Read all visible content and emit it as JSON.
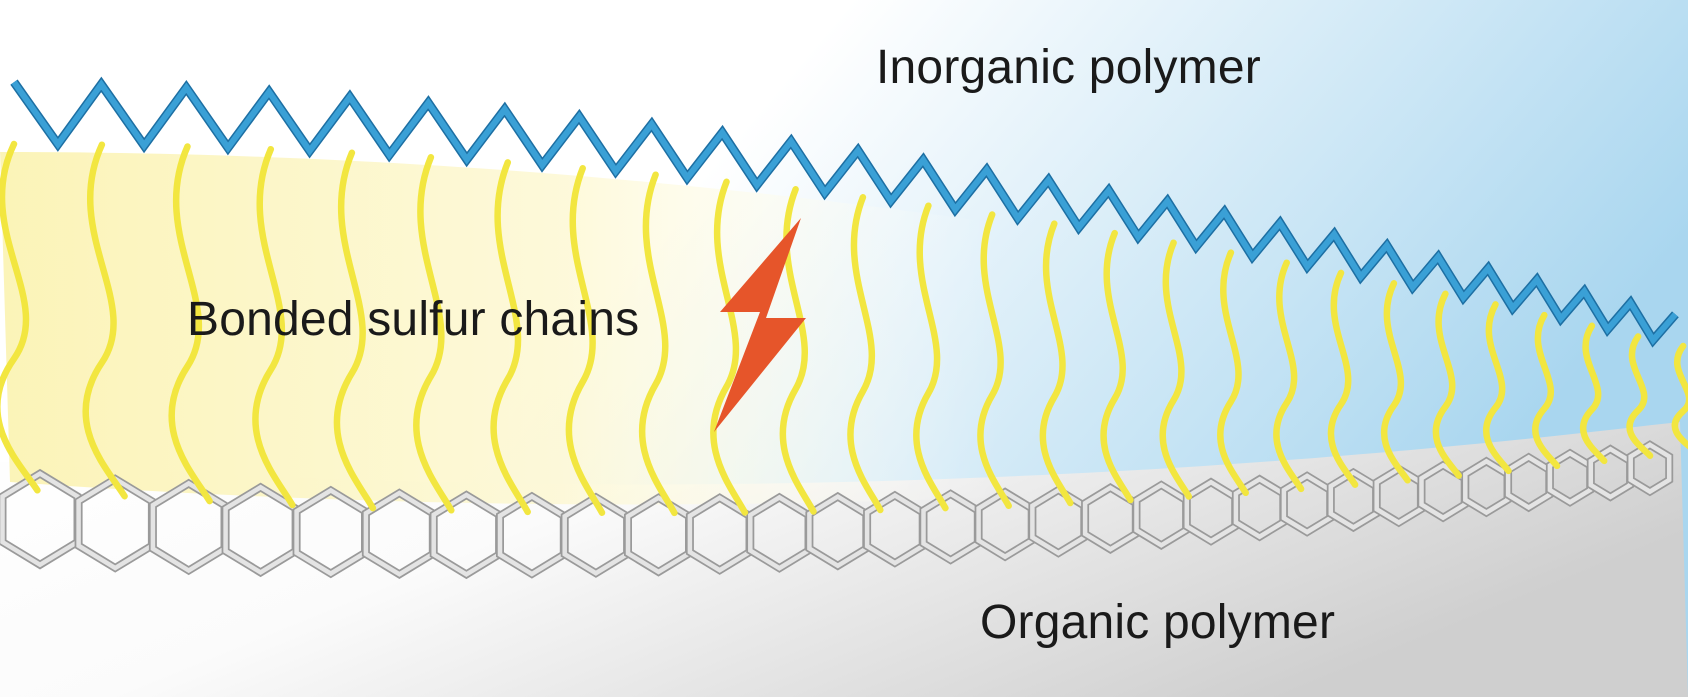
{
  "labels": {
    "inorganic": "Inorganic polymer",
    "sulfur": "Bonded sulfur chains",
    "organic": "Organic polymer"
  },
  "colors": {
    "inorganic_chain": "#3aa0d6",
    "sulfur_chain": "#f2e640",
    "organic_lattice": "#c9c9c9",
    "bolt": "#e6552a",
    "background_top": "#bfe0f2",
    "background_middle": "#fbf7c8",
    "background_bottom": "#dcdcdc"
  },
  "icons": {
    "bolt": "lightning-bolt-icon"
  }
}
